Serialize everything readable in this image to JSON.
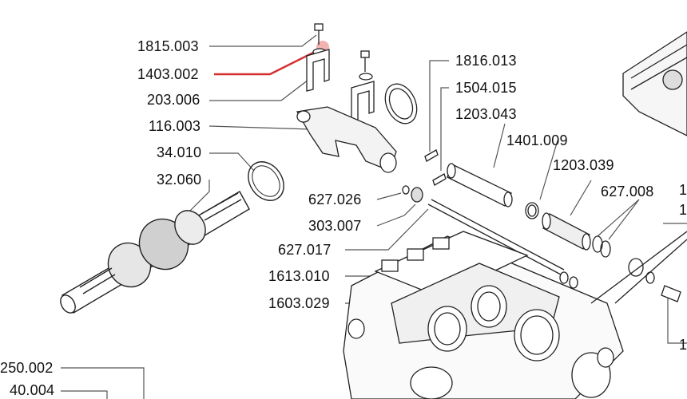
{
  "diagram": {
    "highlight_color": "#d32f2f",
    "part_labels": [
      {
        "id": "p1",
        "text": "1815.003"
      },
      {
        "id": "p2",
        "text": "1403.002",
        "highlighted": true
      },
      {
        "id": "p3",
        "text": "203.006"
      },
      {
        "id": "p4",
        "text": "116.003"
      },
      {
        "id": "p5",
        "text": "34.010"
      },
      {
        "id": "p6",
        "text": "32.060"
      },
      {
        "id": "p7",
        "text": "1816.013"
      },
      {
        "id": "p8",
        "text": "1504.015"
      },
      {
        "id": "p9",
        "text": "1203.043"
      },
      {
        "id": "p10",
        "text": "1401.009"
      },
      {
        "id": "p11",
        "text": "1203.039"
      },
      {
        "id": "p12",
        "text": "627.008"
      },
      {
        "id": "p13",
        "text": "627.026"
      },
      {
        "id": "p14",
        "text": "303.007"
      },
      {
        "id": "p15",
        "text": "627.017"
      },
      {
        "id": "p16",
        "text": "1613.010"
      },
      {
        "id": "p17",
        "text": "1603.029"
      },
      {
        "id": "p18",
        "text": "250.002"
      },
      {
        "id": "p19",
        "text": "40.004"
      },
      {
        "id": "p20",
        "text": "1"
      },
      {
        "id": "p21",
        "text": "1"
      },
      {
        "id": "p22",
        "text": "1"
      }
    ]
  }
}
